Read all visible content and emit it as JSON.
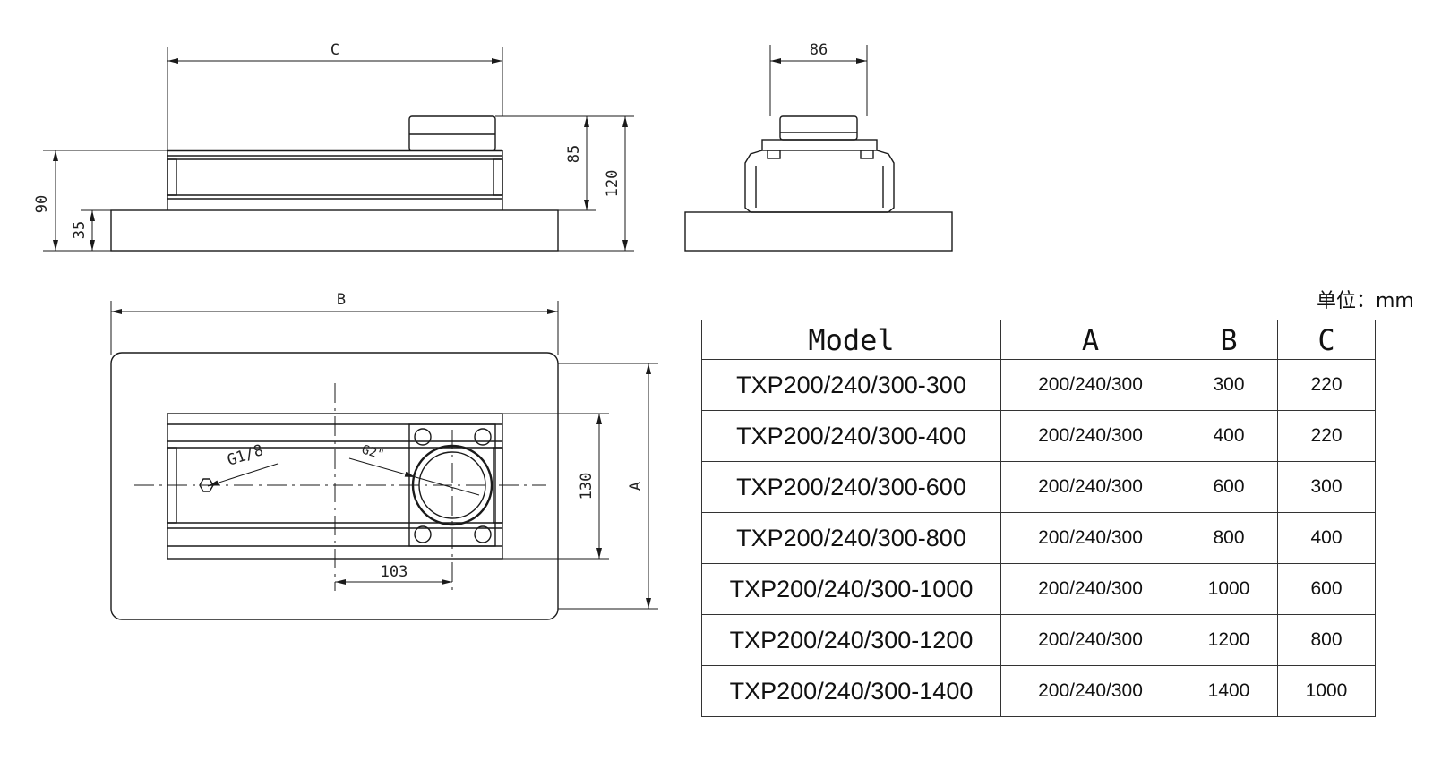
{
  "drawing": {
    "front_view": {
      "dim_width": "C",
      "dim_total_height": "90",
      "dim_base_height": "35",
      "dim_port_height": "85",
      "dim_overall_height": "120"
    },
    "side_view": {
      "dim_port_width": "86"
    },
    "top_view": {
      "dim_width": "B",
      "dim_depth": "A",
      "dim_rail_height": "130",
      "dim_port_offset": "103",
      "label_small_port": "G1/8",
      "label_large_port": "G2\""
    }
  },
  "table": {
    "unit_label": "单位：mm",
    "headers": [
      "Model",
      "A",
      "B",
      "C"
    ],
    "rows": [
      {
        "model": "TXP200/240/300-300",
        "a": "200/240/300",
        "b": "300",
        "c": "220"
      },
      {
        "model": "TXP200/240/300-400",
        "a": "200/240/300",
        "b": "400",
        "c": "220"
      },
      {
        "model": "TXP200/240/300-600",
        "a": "200/240/300",
        "b": "600",
        "c": "300"
      },
      {
        "model": "TXP200/240/300-800",
        "a": "200/240/300",
        "b": "800",
        "c": "400"
      },
      {
        "model": "TXP200/240/300-1000",
        "a": "200/240/300",
        "b": "1000",
        "c": "600"
      },
      {
        "model": "TXP200/240/300-1200",
        "a": "200/240/300",
        "b": "1200",
        "c": "800"
      },
      {
        "model": "TXP200/240/300-1400",
        "a": "200/240/300",
        "b": "1400",
        "c": "1000"
      }
    ]
  }
}
